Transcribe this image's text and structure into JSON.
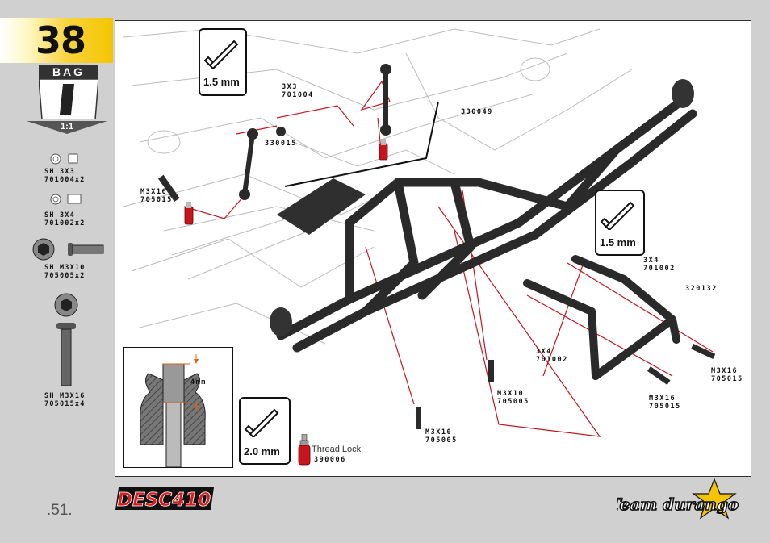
{
  "step": {
    "number": "38"
  },
  "bag": {
    "label": "BAG",
    "scale": "1:1"
  },
  "sidebar_parts": [
    {
      "name": "SH 3X3",
      "code": "701004x2"
    },
    {
      "name": "SH 3X4",
      "code": "701002x2"
    },
    {
      "name": "SH M3X10",
      "code": "705005x2"
    },
    {
      "name": "SH M3X16",
      "code": "705015x4"
    }
  ],
  "tools": [
    {
      "label": "1.5 mm"
    },
    {
      "label": "1.5 mm"
    },
    {
      "label": "2.0 mm"
    }
  ],
  "callouts": {
    "c1": {
      "line1": "3X3",
      "line2": "701004"
    },
    "c2": {
      "line1": "330049"
    },
    "c3": {
      "line1": "330015"
    },
    "c4": {
      "line1": "M3X16",
      "line2": "705015"
    },
    "c5": {
      "line1": "3X4",
      "line2": "701002"
    },
    "c6": {
      "line1": "320132"
    },
    "c7": {
      "line1": "3X4",
      "line2": "701002"
    },
    "c8": {
      "line1": "M3X10",
      "line2": "705005"
    },
    "c9": {
      "line1": "M3X16",
      "line2": "705015"
    },
    "c10": {
      "line1": "M3X16",
      "line2": "705015"
    },
    "c11": {
      "line1": "M3X10",
      "line2": "705005"
    }
  },
  "inset": {
    "dimension": "4mm"
  },
  "thread_lock": {
    "label": "Thread Lock",
    "code": "390006"
  },
  "footer": {
    "page": ".51.",
    "product_logo": "DESC410",
    "brand_logo": "Team durango"
  },
  "colors": {
    "step_yellow": "#f5c400",
    "guide_red": "#c8141e",
    "dark": "#333333"
  }
}
